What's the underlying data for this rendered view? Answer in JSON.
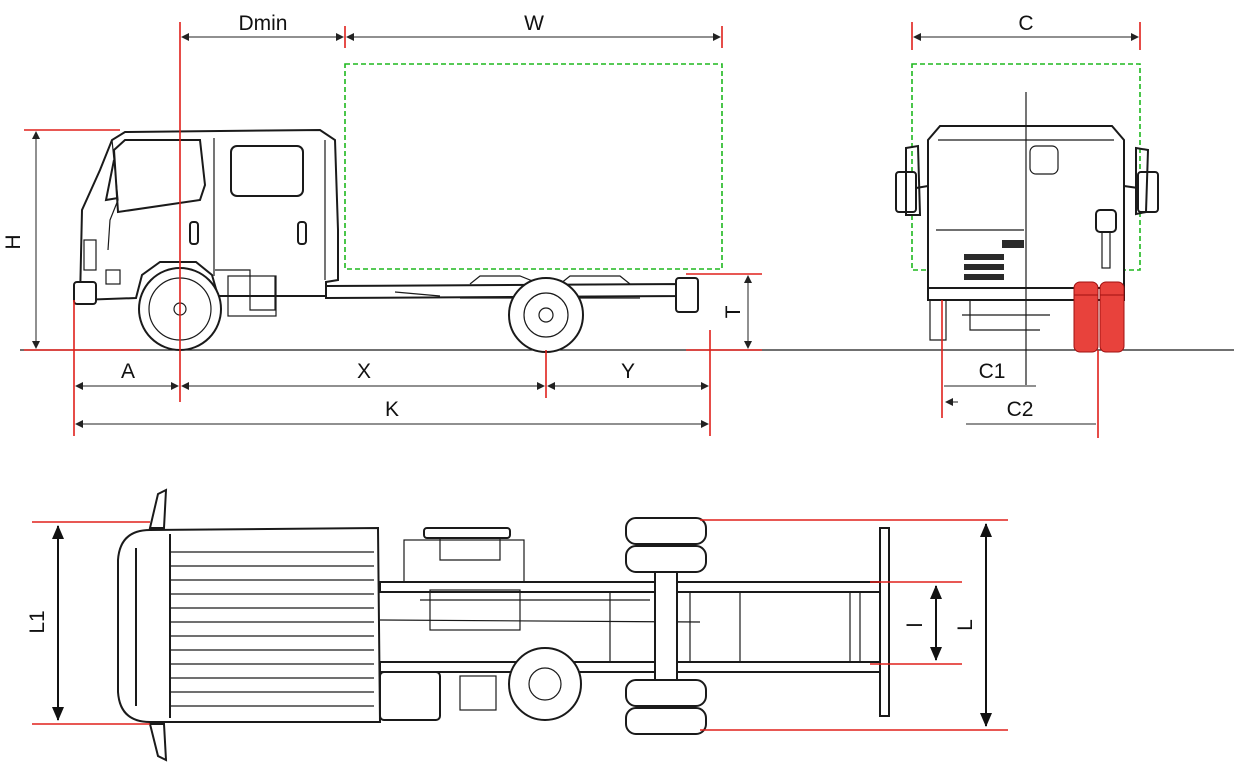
{
  "labels": {
    "dmin": "Dmin",
    "w": "W",
    "c": "C",
    "h": "H",
    "t": "T",
    "a": "A",
    "x": "X",
    "y": "Y",
    "k": "K",
    "c1": "C1",
    "c2": "C2",
    "l1": "L1",
    "l_inner": "l",
    "l_outer": "L"
  },
  "colors": {
    "dimension_lines": "#e0201b",
    "body_outline": "#1eb81e",
    "line_art": "#1a1a1a"
  }
}
